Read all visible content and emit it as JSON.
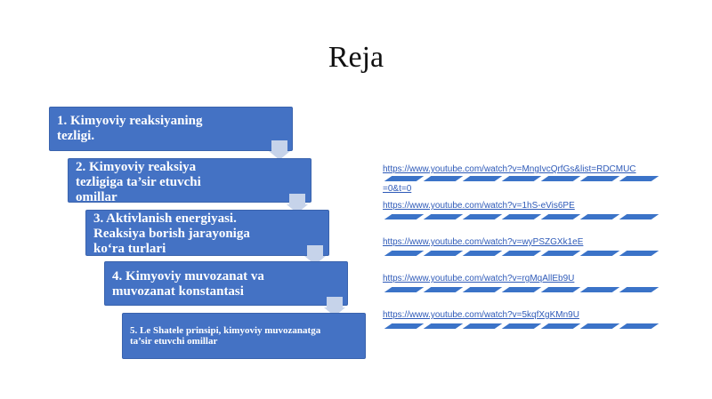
{
  "slide": {
    "title": "Reja",
    "steps": [
      {
        "label": "1. Kimyoviy reaksiyaning tezligi."
      },
      {
        "label": "2. Kimyoviy reaksiya tezligiga ta’sir etuvchi omillar"
      },
      {
        "label": "3. Aktivlanish energiyasi. Reaksiya borish jarayoniga ko‘ra turlari"
      },
      {
        "label": "4. Kimyoviy muvozanat va muvozanat konstantasi"
      },
      {
        "label": "5. Le Shatele prinsipi, kimyoviy muvozanatga ta’sir etuvchi omillar"
      }
    ],
    "links": [
      {
        "line1": "https://www.youtube.com/watch?v=MngIvcQrfGs&list=RDCMUC",
        "line2": "=0&t=0"
      },
      {
        "line1": "https://www.youtube.com/watch?v=1hS-eVis6PE"
      },
      {
        "line1": "https://www.youtube.com/watch?v=wyPSZGXk1eE"
      },
      {
        "line1": "https://www.youtube.com/watch?v=rgMqAllEb9U"
      },
      {
        "line1": "https://www.youtube.com/watch?v=5kqfXgKMn9U"
      }
    ]
  },
  "colors": {
    "box_fill": "#4472c4",
    "arrow_fill": "#c6d3ea",
    "link_color": "#2e5ab8"
  }
}
